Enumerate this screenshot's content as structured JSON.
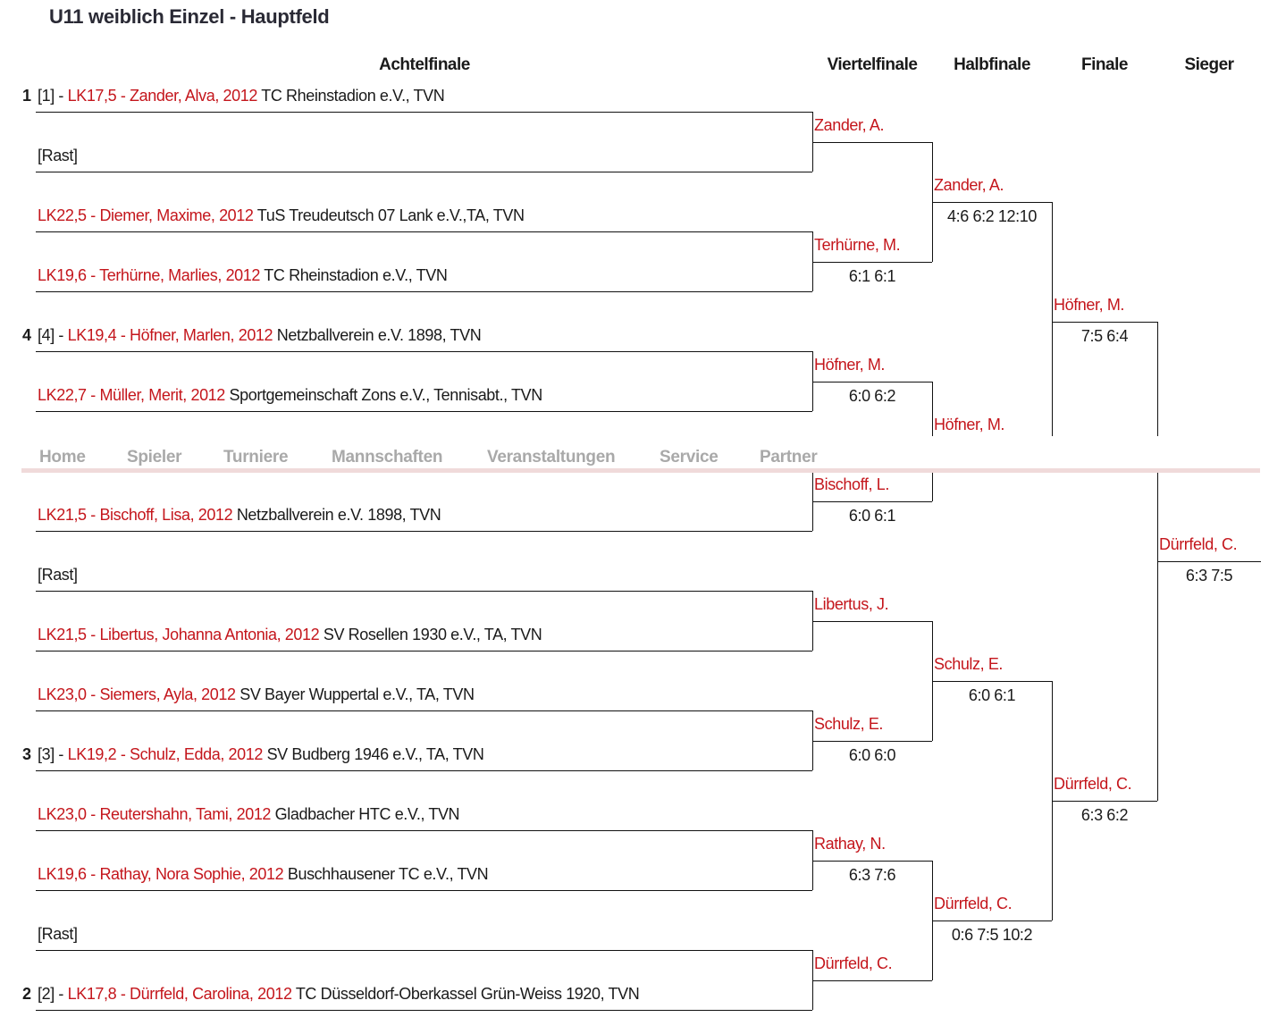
{
  "title": "U11 weiblich Einzel - Hauptfeld",
  "columns": [
    "Achtelfinale",
    "Viertelfinale",
    "Halbfinale",
    "Finale",
    "Sieger"
  ],
  "colors": {
    "player": "#c4161c",
    "nav_text": "#a9a9a9",
    "nav_border": "#f0dada"
  },
  "round_of_16": [
    {
      "seed": "1",
      "prefix": "[1] - ",
      "player": "LK17,5 - Zander, Alva, 2012",
      "club": " TC Rheinstadion e.V., TVN"
    },
    {
      "seed": "",
      "prefix": "[Rast]",
      "player": "",
      "club": ""
    },
    {
      "seed": "",
      "prefix": "",
      "player": "LK22,5 - Diemer, Maxime, 2012",
      "club": " TuS Treudeutsch 07 Lank e.V.,TA, TVN"
    },
    {
      "seed": "",
      "prefix": "",
      "player": "LK19,6 - Terhürne, Marlies, 2012",
      "club": " TC Rheinstadion e.V., TVN"
    },
    {
      "seed": "4",
      "prefix": "[4] - ",
      "player": "LK19,4 - Höfner, Marlen, 2012",
      "club": " Netzballverein e.V. 1898, TVN"
    },
    {
      "seed": "",
      "prefix": "",
      "player": "LK22,7 - Müller, Merit, 2012",
      "club": " Sportgemeinschaft Zons e.V., Tennisabt., TVN"
    },
    {
      "seed": "",
      "prefix": "",
      "player": "",
      "club": ""
    },
    {
      "seed": "",
      "prefix": "",
      "player": "LK21,5 - Bischoff, Lisa, 2012",
      "club": " Netzballverein e.V. 1898, TVN"
    },
    {
      "seed": "",
      "prefix": "[Rast]",
      "player": "",
      "club": ""
    },
    {
      "seed": "",
      "prefix": "",
      "player": "LK21,5 - Libertus, Johanna Antonia, 2012",
      "club": " SV Rosellen 1930 e.V., TA, TVN"
    },
    {
      "seed": "",
      "prefix": "",
      "player": "LK23,0 - Siemers, Ayla, 2012",
      "club": " SV Bayer Wuppertal e.V., TA, TVN"
    },
    {
      "seed": "3",
      "prefix": "[3] - ",
      "player": "LK19,2 - Schulz, Edda, 2012",
      "club": " SV Budberg 1946 e.V., TA, TVN"
    },
    {
      "seed": "",
      "prefix": "",
      "player": "LK23,0 - Reutershahn, Tami, 2012",
      "club": " Gladbacher HTC e.V., TVN"
    },
    {
      "seed": "",
      "prefix": "",
      "player": "LK19,6 - Rathay, Nora Sophie, 2012",
      "club": " Buschhausener TC e.V., TVN"
    },
    {
      "seed": "",
      "prefix": "[Rast]",
      "player": "",
      "club": ""
    },
    {
      "seed": "2",
      "prefix": "[2] - ",
      "player": "LK17,8 - Dürrfeld, Carolina, 2012",
      "club": " TC Düsseldorf-Oberkassel Grün-Weiss 1920, TVN"
    }
  ],
  "quarterfinal": [
    {
      "winner": "Zander, A.",
      "score": ""
    },
    {
      "winner": "Terhürne, M.",
      "score": "6:1 6:1"
    },
    {
      "winner": "Höfner, M.",
      "score": "6:0 6:2"
    },
    {
      "winner": "Bischoff, L.",
      "score": "6:0 6:1"
    },
    {
      "winner": "Libertus, J.",
      "score": ""
    },
    {
      "winner": "Schulz, E.",
      "score": "6:0 6:0"
    },
    {
      "winner": "Rathay, N.",
      "score": "6:3 7:6"
    },
    {
      "winner": "Dürrfeld, C.",
      "score": ""
    }
  ],
  "semifinal": [
    {
      "winner": "Zander, A.",
      "score": "4:6 6:2 12:10"
    },
    {
      "winner": "Höfner, M.",
      "score": ""
    },
    {
      "winner": "Schulz, E.",
      "score": "6:0 6:1"
    },
    {
      "winner": "Dürrfeld, C.",
      "score": "0:6 7:5 10:2"
    }
  ],
  "final": [
    {
      "winner": "Höfner, M.",
      "score": "7:5 6:4"
    },
    {
      "winner": "Dürrfeld, C.",
      "score": "6:3 6:2"
    }
  ],
  "champion": [
    {
      "winner": "Dürrfeld, C.",
      "score": "6:3 7:5"
    }
  ],
  "nav": [
    "Home",
    "Spieler",
    "Turniere",
    "Mannschaften",
    "Veranstaltungen",
    "Service",
    "Partner"
  ]
}
